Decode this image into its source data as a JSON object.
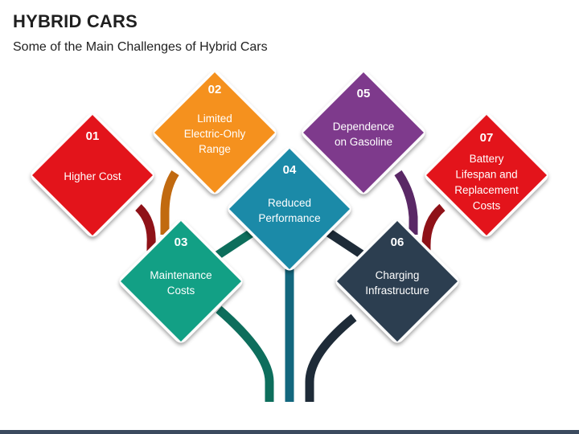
{
  "header": {
    "title": "HYBRID CARS",
    "subtitle": "Some of the Main Challenges of Hybrid Cars"
  },
  "challenges": [
    {
      "number": "01",
      "lines": [
        "Higher Cost"
      ],
      "color": "#e3141b",
      "stem": "#8f1218"
    },
    {
      "number": "02",
      "lines": [
        "Limited",
        "Electric-Only",
        "Range"
      ],
      "color": "#f5911e",
      "stem": "#c16a10"
    },
    {
      "number": "03",
      "lines": [
        "Maintenance",
        "Costs"
      ],
      "color": "#12a085",
      "stem": "#0d6e5c"
    },
    {
      "number": "04",
      "lines": [
        "Reduced",
        "Performance"
      ],
      "color": "#1b8aa8",
      "stem": "#13677e"
    },
    {
      "number": "05",
      "lines": [
        "Dependence",
        "on Gasoline"
      ],
      "color": "#7e3a8c",
      "stem": "#5a2866"
    },
    {
      "number": "06",
      "lines": [
        "Charging",
        "Infrastructure"
      ],
      "color": "#2c3e50",
      "stem": "#1e2b38"
    },
    {
      "number": "07",
      "lines": [
        "Battery",
        "Lifespan and",
        "Replacement",
        "Costs"
      ],
      "color": "#e3141b",
      "stem": "#8f1218"
    }
  ]
}
